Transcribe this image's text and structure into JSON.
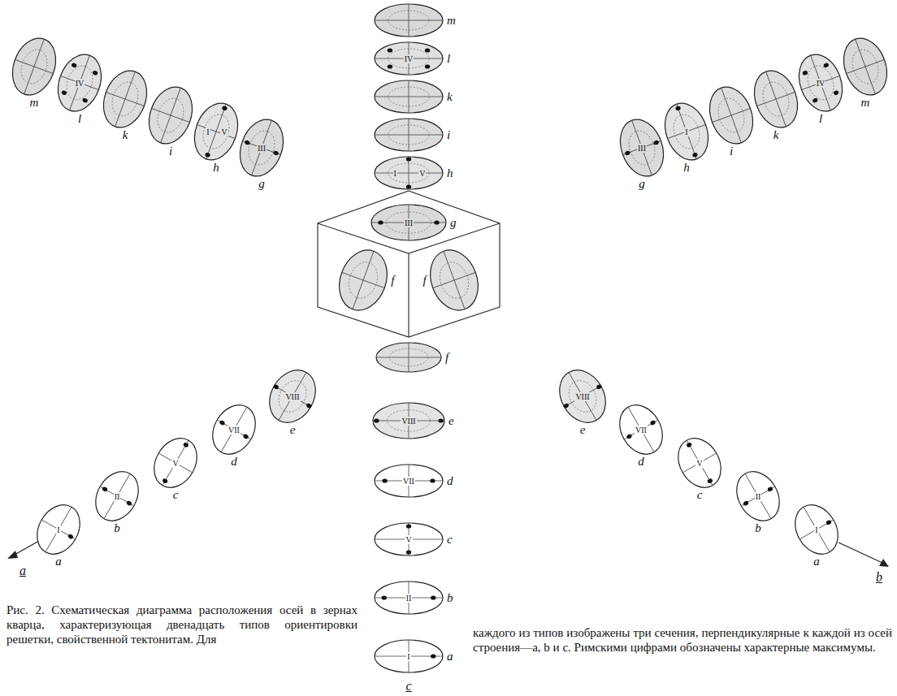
{
  "diagram": {
    "nodes": [
      {
        "text": [
          "I",
          "a"
        ]
      },
      {
        "text": [
          "II",
          "b"
        ]
      },
      {
        "text": [
          "V",
          "c"
        ]
      },
      {
        "text": [
          "VII",
          "d"
        ]
      },
      {
        "text": [
          "VIII",
          "e"
        ]
      },
      {
        "text": [
          "f"
        ]
      },
      {
        "text": [
          "III",
          "g"
        ]
      },
      {
        "text": [
          "I",
          "V",
          "h"
        ]
      },
      {
        "text": [
          "i"
        ]
      },
      {
        "text": [
          "k"
        ]
      },
      {
        "text": [
          "IV",
          "l"
        ]
      },
      {
        "text": [
          "m"
        ]
      },
      {
        "text": [
          "I",
          "a"
        ]
      },
      {
        "text": [
          "II",
          "b"
        ]
      },
      {
        "text": [
          "V",
          "c"
        ]
      },
      {
        "text": [
          "VII",
          "d"
        ]
      },
      {
        "text": [
          "VIII",
          "e"
        ]
      },
      {
        "text": [
          "f"
        ]
      },
      {
        "text": [
          "III",
          "g"
        ]
      },
      {
        "text": [
          "I",
          "h"
        ]
      },
      {
        "text": [
          "i"
        ]
      },
      {
        "text": [
          "k"
        ]
      },
      {
        "text": [
          "IV",
          "l"
        ]
      },
      {
        "text": [
          "m"
        ]
      },
      {
        "text": [
          "I",
          "a"
        ]
      },
      {
        "text": [
          "II",
          "b"
        ]
      },
      {
        "text": [
          "V",
          "c"
        ]
      },
      {
        "text": [
          "VII",
          "d"
        ]
      },
      {
        "text": [
          "VIII",
          "e"
        ]
      },
      {
        "text": [
          "f"
        ]
      },
      {
        "text": [
          "III",
          "g"
        ]
      },
      {
        "text": [
          "I",
          "V",
          "h"
        ]
      },
      {
        "text": [
          "i"
        ]
      },
      {
        "text": [
          "k"
        ]
      },
      {
        "text": [
          "IV",
          "l"
        ]
      },
      {
        "text": [
          "m"
        ]
      }
    ],
    "labels": [
      "a",
      "b",
      "c",
      "Рис. 2. Схематическая диаграмма расположения осей в зернах кварца, характеризующая двенадцать типов ориентировки решетки, свойственной тектонитам. Для",
      "каждого из типов изображены три сечения, перпендикулярные к каждой из осей строения—a, b и c. Римскими цифрами обозначены характерные максимумы."
    ]
  }
}
